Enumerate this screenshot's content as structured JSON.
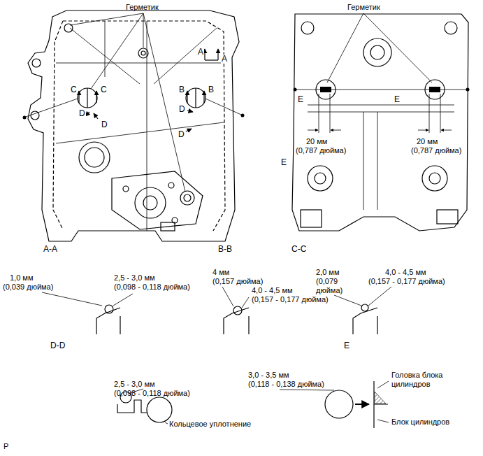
{
  "diagram": {
    "labels": [
      "Герметик",
      "Герметик",
      "A",
      "A",
      "C",
      "C",
      "B",
      "B",
      "D",
      "D",
      "D",
      "D",
      "E",
      "E",
      "20 мм",
      "(0,787 дюйма)",
      "20 мм",
      "(0,787 дюйма)",
      "E",
      "A-A",
      "B-B",
      "C-C",
      "1,0 мм",
      "(0,039 дюйма)",
      "2,5 - 3,0 мм",
      "(0,098 - 0,118 дюйма)",
      "D-D",
      "4 мм",
      "(0,157 дюйма)",
      "4,0 - 4,5 мм",
      "(0,157 - 0,177 дюйма)",
      "2,0 мм",
      "(0,079 дюйма)",
      "4,0 - 4,5 мм",
      "(0,157 - 0,177 дюйма)",
      "E",
      "2,5 - 3,0 мм",
      "(0,098 - 0,118 дюйма)",
      "Кольцевое уплотнение",
      "3,0 - 3,5 мм",
      "(0,118 - 0,138 дюйма)",
      "Головка блока цилиндров",
      "Блок цилиндров",
      "P"
    ]
  }
}
